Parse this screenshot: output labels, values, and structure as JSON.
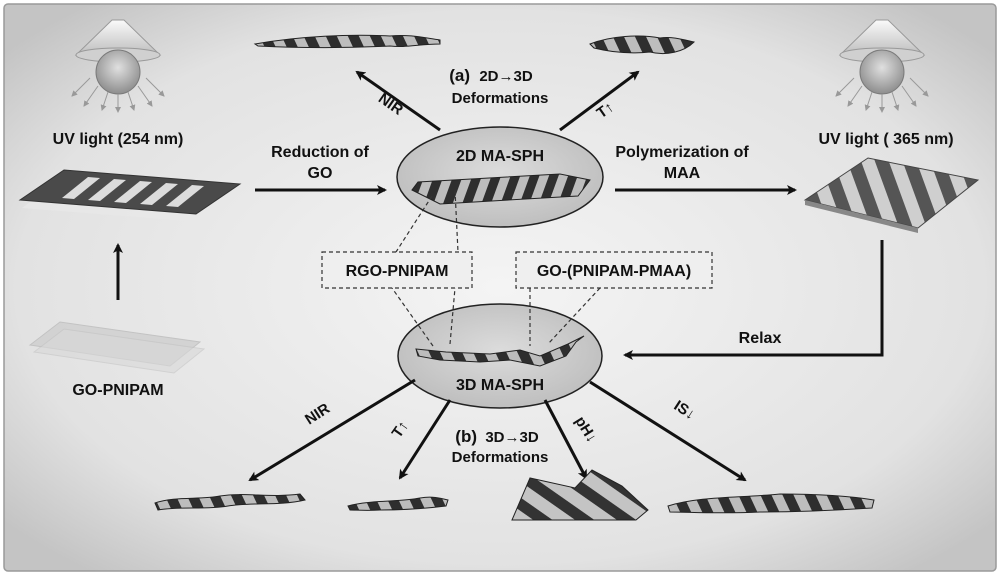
{
  "labels": {
    "uv_left": "UV light (254 nm)",
    "uv_right": "UV light ( 365 nm)",
    "reduction_line1": "Reduction of",
    "reduction_line2": "GO",
    "polymerization_line1": "Polymerization of",
    "polymerization_line2": "MAA",
    "relax": "Relax",
    "ma_sph_2d": "2D MA-SPH",
    "ma_sph_3d": "3D MA-SPH",
    "callout_rgo": "RGO-PNIPAM",
    "callout_go": "GO-(PNIPAM-PMAA)",
    "go_pnipam": "GO-PNIPAM",
    "section_a_prefix": "(a)",
    "section_a_line1": "2D→3D",
    "section_a_line2": "Deformations",
    "section_b_prefix": "(b)",
    "section_b_line1": "3D→3D",
    "section_b_line2": "Deformations",
    "nir_top": "NIR",
    "t_up_top": "T↑",
    "nir_bottom": "NIR",
    "t_up_bottom": "T↑",
    "ph_down": "pH↓",
    "is_down": "IS↓"
  },
  "colors": {
    "background_outer": "#ffffff",
    "panel_center": "#f2f2f2",
    "panel_edge": "#c9c9c9",
    "ellipse_fill": "#cfcfcf",
    "stripe_dark": "#2e2e2e",
    "stripe_light": "#bdbdbd",
    "arrow": "#111111"
  },
  "icons": {
    "uv_lamp": "uv-lamp-icon"
  }
}
